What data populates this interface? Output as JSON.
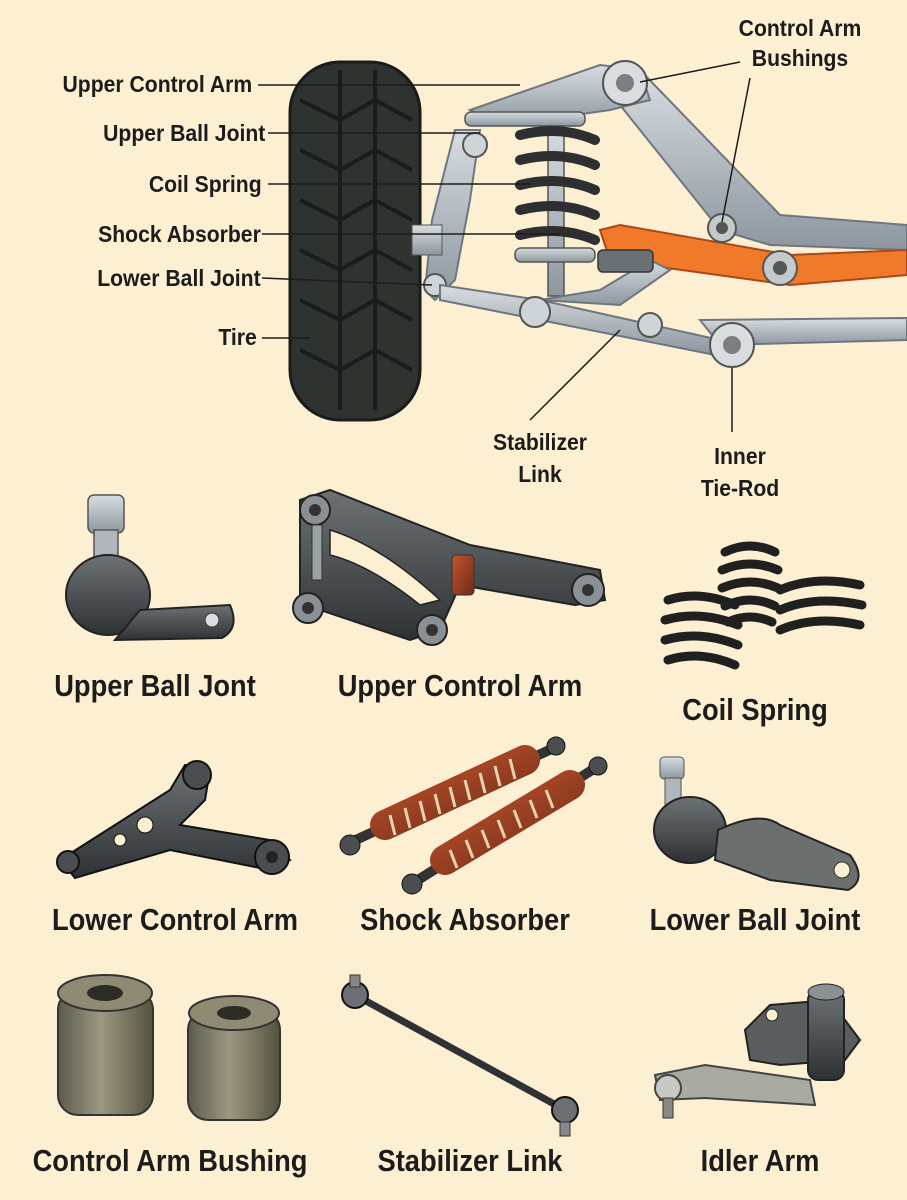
{
  "colors": {
    "background": "#fcefd2",
    "frame": "#b9c1c8",
    "frame_dark": "#7f8891",
    "highlight_arm": "#f07a2a",
    "tire": "#2f3330",
    "text": "#1c1c1c"
  },
  "callouts": {
    "upper_control_arm": "Upper Control Arm",
    "upper_ball_joint": "Upper Ball Joint",
    "coil_spring": "Coil Spring",
    "shock_absorber": "Shock Absorber",
    "lower_ball_joint": "Lower Ball Joint",
    "tire": "Tire",
    "control_arm_bushings_line1": "Control Arm",
    "control_arm_bushings_line2": "Bushings",
    "stabilizer_link_line1": "Stabilizer",
    "stabilizer_link_line2": "Link",
    "inner_tie_rod_line1": "Inner",
    "inner_tie_rod_line2": "Tie-Rod"
  },
  "parts": {
    "upper_ball_joint": "Upper Ball Jont",
    "upper_control_arm": "Upper Control Arm",
    "coil_spring": "Coil Spring",
    "lower_control_arm": "Lower Control Arm",
    "shock_absorber": "Shock Absorber",
    "lower_ball_joint": "Lower Ball Joint",
    "control_arm_bushing": "Control Arm Bushing",
    "stabilizer_link": "Stabilizer Link",
    "idler_arm": "Idler Arm"
  }
}
